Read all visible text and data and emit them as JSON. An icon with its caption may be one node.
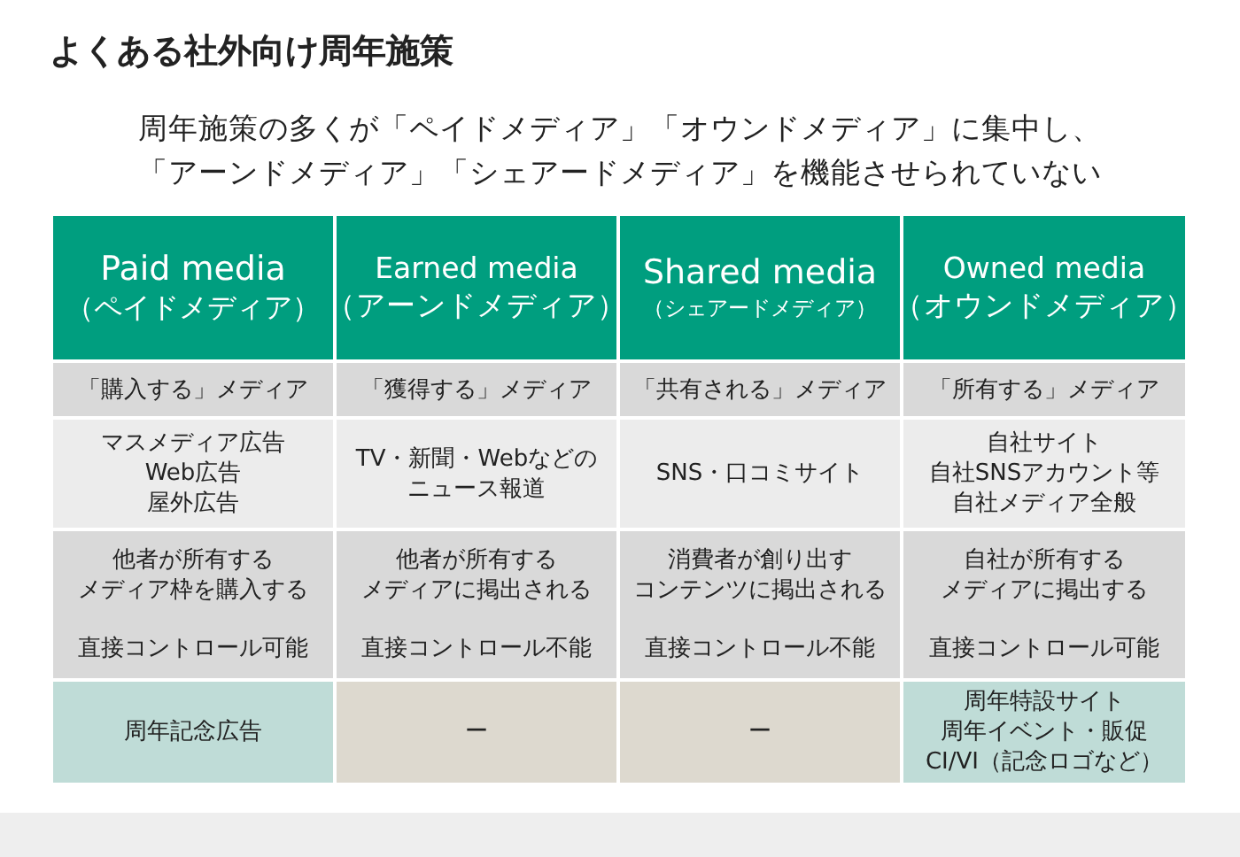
{
  "diagram": {
    "title": "よくある社外向け周年施策",
    "labels": [
      "周年施策の多くが「ペイドメディア」「オウンドメディア」に集中し、",
      "「アーンドメディア」「シェアードメディア」を機能させられていない",
      "Paid media",
      "（ペイドメディア）",
      "Earned media",
      "（アーンドメディア）",
      "Shared media",
      "（シェアードメディア）",
      "Owned media",
      "（オウンドメディア）",
      "「購入する」メディア",
      "「獲得する」メディア",
      "「共有される」メディア",
      "「所有する」メディア",
      "マスメディア広告",
      "Web広告",
      "屋外広告",
      "TV・新聞・Webなどの",
      "ニュース報道",
      "SNS・口コミサイト",
      "自社サイト",
      "自社SNSアカウント等",
      "自社メディア全般",
      "他者が所有する",
      "メディア枠を購入する",
      "直接コントロール可能",
      "他者が所有する",
      "メディアに掲出される",
      "直接コントロール不能",
      "消費者が創り出す",
      "コンテンツに掲出される",
      "直接コントロール不能",
      "自社が所有する",
      "メディアに掲出する",
      "直接コントロール可能",
      "周年記念広告",
      "ー",
      "ー",
      "周年特設サイト",
      "周年イベント・販促",
      "CI/VI（記念ロゴなど）"
    ]
  }
}
